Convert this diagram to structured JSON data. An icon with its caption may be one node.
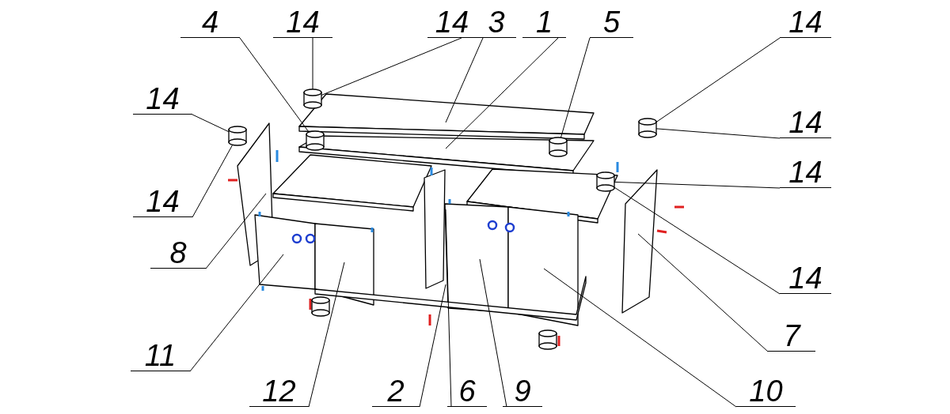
{
  "diagram": {
    "nodes": [
      {
        "text": [
          "4"
        ]
      },
      {
        "text": [
          "14"
        ]
      },
      {
        "text": [
          "14"
        ]
      },
      {
        "text": [
          "3"
        ]
      },
      {
        "text": [
          "1"
        ]
      },
      {
        "text": [
          "5"
        ]
      },
      {
        "text": [
          "14"
        ]
      },
      {
        "text": [
          "14"
        ]
      },
      {
        "text": [
          "14"
        ]
      },
      {
        "text": [
          "14"
        ]
      },
      {
        "text": [
          "14"
        ]
      },
      {
        "text": [
          "8"
        ]
      },
      {
        "text": [
          "14"
        ]
      },
      {
        "text": [
          "7"
        ]
      },
      {
        "text": [
          "11"
        ]
      },
      {
        "text": [
          "10"
        ]
      },
      {
        "text": [
          "12"
        ]
      },
      {
        "text": [
          "2"
        ]
      },
      {
        "text": [
          "6"
        ]
      },
      {
        "text": [
          "9"
        ]
      },
      {
        "text": [],
        "shape": "cylinder"
      },
      {
        "text": [],
        "shape": "cylinder"
      },
      {
        "text": [],
        "shape": "cylinder"
      },
      {
        "text": [],
        "shape": "cylinder"
      },
      {
        "text": [],
        "shape": "cylinder"
      },
      {
        "text": [],
        "shape": "cylinder"
      },
      {
        "text": [],
        "shape": "cylinder"
      },
      {
        "text": [],
        "shape": "cylinder"
      }
    ],
    "edges": [
      {
        "from": 0,
        "to": 22,
        "arrow": "none"
      },
      {
        "from": 1,
        "to": 20,
        "arrow": "none"
      },
      {
        "from": 2,
        "to": 20,
        "arrow": "none"
      },
      {
        "from": 3,
        "to": null,
        "arrow": "none"
      },
      {
        "from": 4,
        "to": null,
        "arrow": "none"
      },
      {
        "from": 5,
        "to": 23,
        "arrow": "none"
      },
      {
        "from": 6,
        "to": 24,
        "arrow": "none"
      },
      {
        "from": 7,
        "to": 21,
        "arrow": "none"
      },
      {
        "from": 8,
        "to": 24,
        "arrow": "none"
      },
      {
        "from": 9,
        "to": 25,
        "arrow": "none"
      },
      {
        "from": 10,
        "to": 21,
        "arrow": "none"
      },
      {
        "from": 11,
        "to": null,
        "arrow": "none"
      },
      {
        "from": 12,
        "to": 25,
        "arrow": "none"
      },
      {
        "from": 13,
        "to": null,
        "arrow": "none"
      },
      {
        "from": 14,
        "to": null,
        "arrow": "none"
      },
      {
        "from": 15,
        "to": null,
        "arrow": "none"
      },
      {
        "from": 16,
        "to": null,
        "arrow": "none"
      },
      {
        "from": 17,
        "to": null,
        "arrow": "none"
      },
      {
        "from": 18,
        "to": null,
        "arrow": "none"
      },
      {
        "from": 19,
        "to": null,
        "arrow": "none"
      }
    ]
  }
}
